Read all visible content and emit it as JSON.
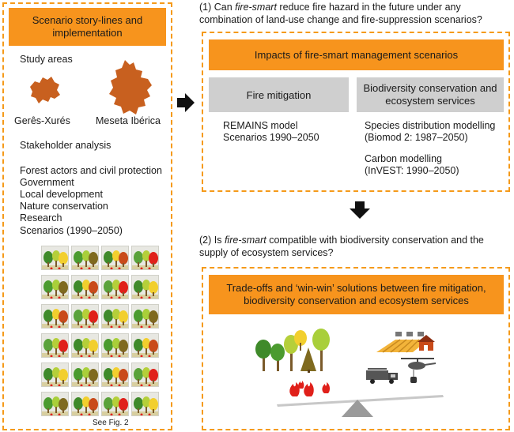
{
  "left_panel": {
    "title": "Scenario story-lines and implementation",
    "study_areas_label": "Study areas",
    "area_1": "Gerês-Xurés",
    "area_2": "Meseta Ibérica",
    "stakeholder_label": "Stakeholder analysis",
    "stakeholders": [
      "Forest actors and civil protection",
      "Government",
      "Local development",
      "Nature conservation",
      "Research"
    ],
    "scenarios_label": "Scenarios (1990–2050)",
    "see_fig": "See Fig. 2"
  },
  "question_1": {
    "prefix": "(1) Can ",
    "em": "fire-smart",
    "suffix": " reduce fire hazard in the future under any combination of land-use change and fire-suppression scenarios?"
  },
  "top_box": {
    "title": "Impacts of fire-smart management scenarios",
    "col1_header": "Fire mitigation",
    "col1_lines": [
      "REMAINS model",
      "Scenarios 1990–2050"
    ],
    "col2_header": "Biodiversity conservation and ecosystem services",
    "col2_block1": [
      "Species distribution modelling",
      "(Biomod 2: 1987–2050)"
    ],
    "col2_block2": [
      "Carbon modelling",
      "(InVEST: 1990–2050)"
    ]
  },
  "question_2": {
    "prefix": "(2) Is ",
    "em": "fire-smart",
    "suffix": " compatible with biodiversity conservation and the supply of ecosystem services?"
  },
  "bottom_box": {
    "title": "Trade-offs and ‘win-win’ solutions between fire mitigation, biodiversity conservation and ecosystem services"
  },
  "colors": {
    "accent_orange": "#f7941d",
    "dash_orange": "#f59a1a",
    "header_grey": "#cfcfcf",
    "map_fill": "#c8601f"
  },
  "icons": [
    "right-arrow-icon",
    "down-arrow-icon",
    "forest-icon",
    "farm-icon",
    "fire-truck-icon",
    "helicopter-icon",
    "flames-icon",
    "balance-scale-icon"
  ]
}
